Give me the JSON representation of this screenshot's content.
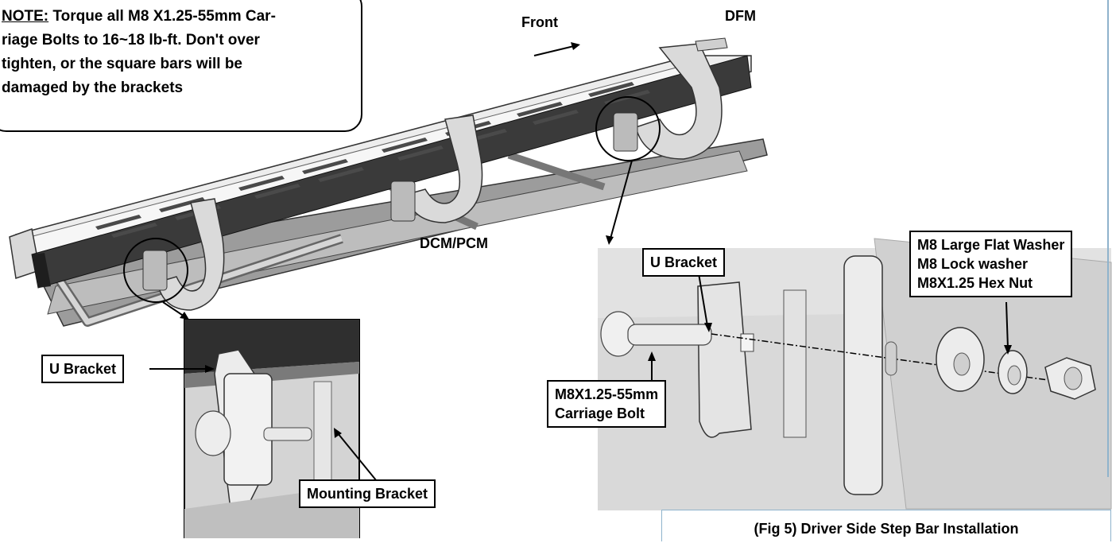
{
  "note": {
    "prefix": "NOTE:",
    "line1": " Torque all M8 X1.25-55mm Car-",
    "line2": "riage Bolts to 16~18 lb-ft. Don't over",
    "line3": "tighten, or the square bars will be",
    "line4": "damaged by the brackets"
  },
  "labels": {
    "front": "Front",
    "dfm": "DFM",
    "dcm_pcm": "DCM/PCM"
  },
  "callouts": {
    "u_bracket_left": "U Bracket",
    "mounting_bracket": "Mounting Bracket",
    "u_bracket_right": "U Bracket",
    "carriage_bolt_line1": "M8X1.25-55mm",
    "carriage_bolt_line2": "Carriage Bolt",
    "hardware_line1": "M8 Large Flat Washer",
    "hardware_line2": "M8 Lock washer",
    "hardware_line3": "M8X1.25 Hex Nut"
  },
  "caption": "(Fig 5) Driver Side Step Bar Installation",
  "colors": {
    "steel_light": "#e6e6e6",
    "steel_mid": "#c8c8c8",
    "steel_dark": "#5a5a5a",
    "bar_black": "#2b2b2b",
    "frame_blue": "#8fb3cc"
  }
}
